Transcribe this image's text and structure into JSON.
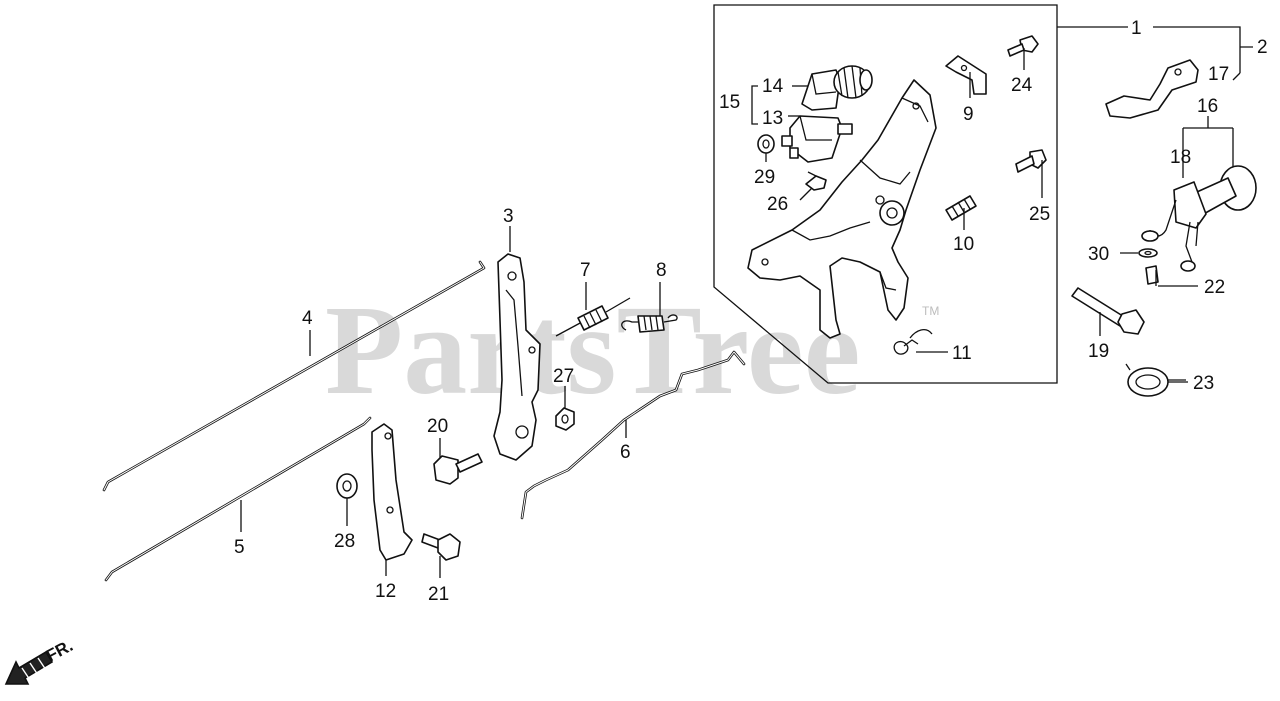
{
  "watermark": {
    "text": "PartsTree",
    "trademark": "TM"
  },
  "direction": {
    "label": "FR."
  },
  "callouts": [
    "1",
    "2",
    "3",
    "4",
    "5",
    "6",
    "7",
    "8",
    "9",
    "10",
    "11",
    "12",
    "13",
    "14",
    "15",
    "16",
    "17",
    "18",
    "19",
    "20",
    "21",
    "22",
    "23",
    "24",
    "25",
    "26",
    "27",
    "28",
    "29",
    "30"
  ]
}
